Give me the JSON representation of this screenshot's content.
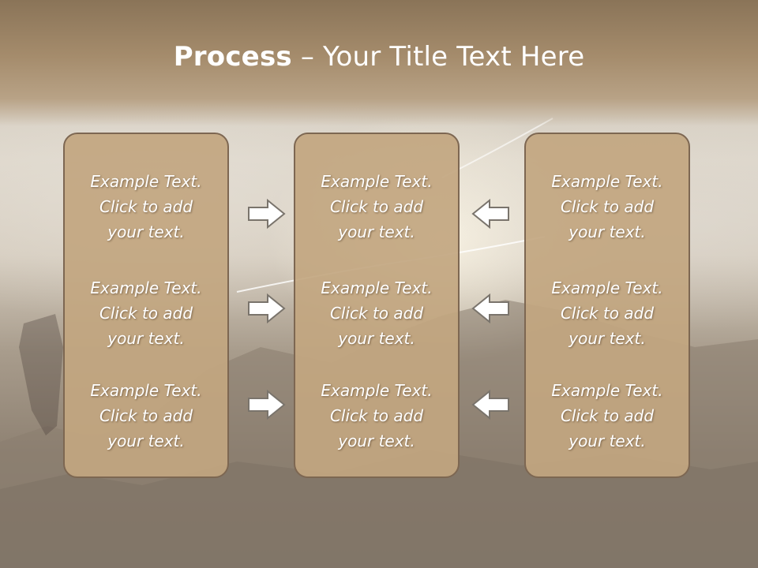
{
  "slide": {
    "title_strong": "Process",
    "title_rest": " – Your Title Text Here"
  },
  "columns": [
    {
      "items": [
        {
          "line1": "Example Text.",
          "line2": "Click  to add",
          "line3": "your text."
        },
        {
          "line1": "Example Text.",
          "line2": "Click  to add",
          "line3": "your text."
        },
        {
          "line1": "Example Text.",
          "line2": "Click  to add",
          "line3": "your text."
        }
      ]
    },
    {
      "items": [
        {
          "line1": "Example Text.",
          "line2": "Click  to add",
          "line3": "your text."
        },
        {
          "line1": "Example Text.",
          "line2": "Click  to add",
          "line3": "your text."
        },
        {
          "line1": "Example Text.",
          "line2": "Click  to add",
          "line3": "your text."
        }
      ]
    },
    {
      "items": [
        {
          "line1": "Example Text.",
          "line2": "Click  to add",
          "line3": "your text."
        },
        {
          "line1": "Example Text.",
          "line2": "Click  to add",
          "line3": "your text."
        },
        {
          "line1": "Example Text.",
          "line2": "Click  to add",
          "line3": "your text."
        }
      ]
    }
  ],
  "icons": {
    "right_arrow": "right-arrow-icon",
    "left_arrow": "left-arrow-icon"
  },
  "colors": {
    "box_fill": "#c2a680",
    "box_border": "#7d6752",
    "title_band": "#a58c6c",
    "text": "#ffffff",
    "arrow_fill": "#ffffff",
    "arrow_stroke": "#7a746c"
  }
}
